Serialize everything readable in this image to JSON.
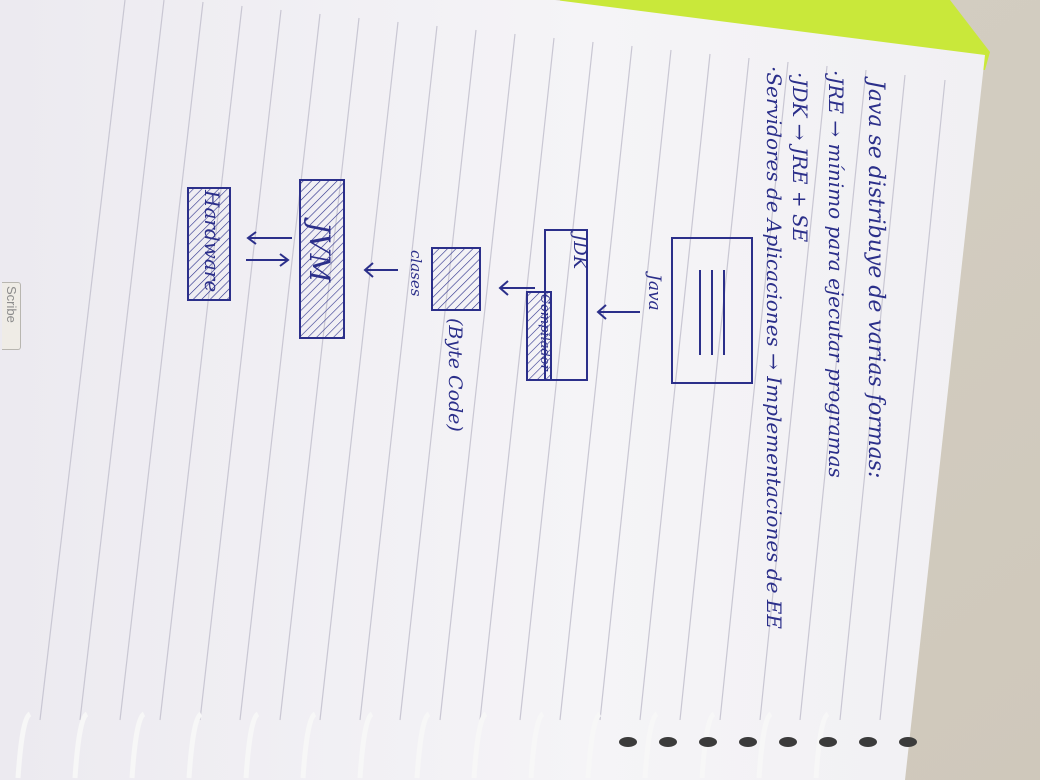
{
  "notes": {
    "heading": "Java se distribuye de varias formas:",
    "line_jre": "·JRE → mínimo para ejecutar programas",
    "line_jdk": "·JDK → JRE + SE",
    "line_servers": "·Servidores de Aplicaciones → Implementaciones de EE"
  },
  "diagram": {
    "source_label": "Java",
    "jdk_label": "JDK",
    "compiler_label": "Compilador",
    "class_label": "clases",
    "bytecode_label": "(Byte Code)",
    "jvm_label": "JVM",
    "hardware_label": "Hardware"
  },
  "watermark": {
    "label": "Scribe"
  },
  "colors": {
    "ink": "#2b2f8a",
    "paper": "#f4f3f6",
    "rule": "#c9c7d3",
    "cover": "#c9e83a"
  }
}
